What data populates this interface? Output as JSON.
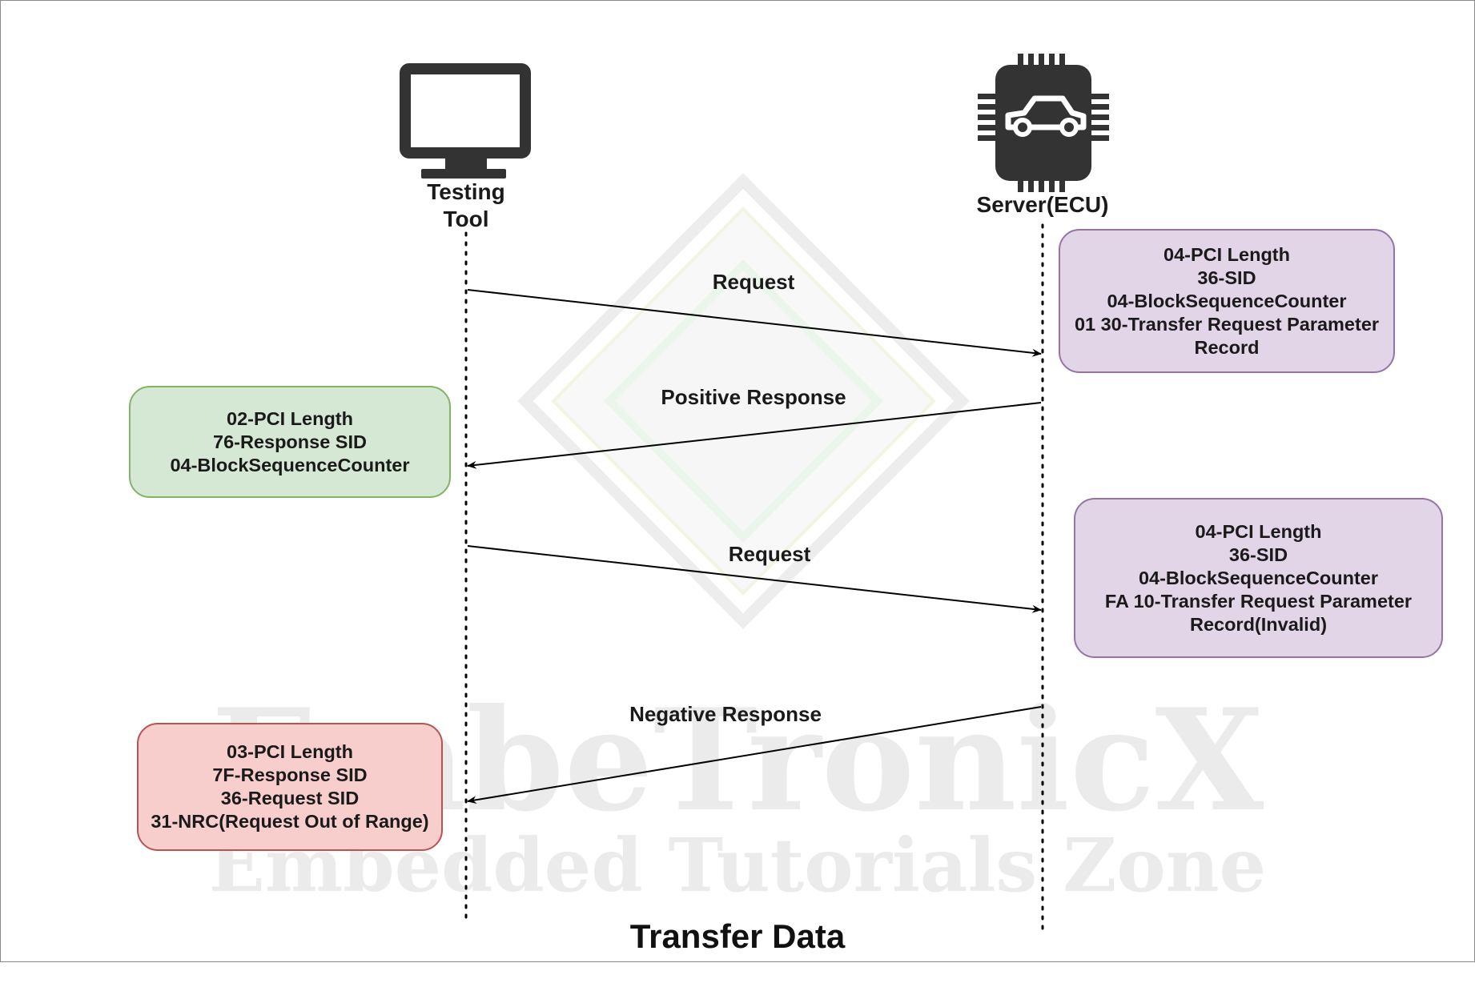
{
  "title": "Transfer Data",
  "actors": {
    "client": {
      "label_line1": "Testing",
      "label_line2": "Tool",
      "icon": "monitor-icon"
    },
    "server": {
      "label": "Server(ECU)",
      "icon": "ecu-chip-car-icon"
    }
  },
  "messages": [
    {
      "label": "Request",
      "direction": "client-to-server"
    },
    {
      "label": "Positive Response",
      "direction": "server-to-client"
    },
    {
      "label": "Request",
      "direction": "client-to-server"
    },
    {
      "label": "Negative Response",
      "direction": "server-to-client"
    }
  ],
  "notes": {
    "request1": [
      "04-PCI Length",
      "36-SID",
      "04-BlockSequenceCounter",
      "01 30-Transfer Request Parameter",
      "Record"
    ],
    "positive": [
      "02-PCI Length",
      "76-Response SID",
      "04-BlockSequenceCounter"
    ],
    "request2": [
      "04-PCI Length",
      "36-SID",
      "04-BlockSequenceCounter",
      "FA 10-Transfer Request Parameter",
      "Record(Invalid)"
    ],
    "negative": [
      "03-PCI Length",
      "7F-Response SID",
      "36-Request SID",
      "31-NRC(Request Out of Range)"
    ]
  },
  "watermark": {
    "line1": "EmbeTronicX",
    "line2": "Embedded Tutorials Zone"
  },
  "colors": {
    "request_note_fill": "#e1d5e7",
    "request_note_border": "#9673a6",
    "positive_note_fill": "#d5e8d4",
    "positive_note_border": "#82b366",
    "negative_note_fill": "#f8cecc",
    "negative_note_border": "#b85450",
    "icon": "#333333",
    "line": "#000000"
  }
}
